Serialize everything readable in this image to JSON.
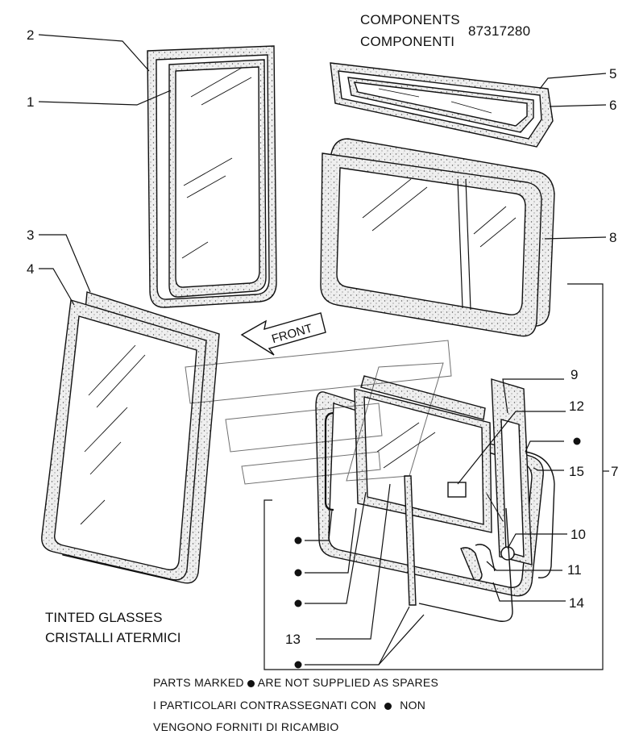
{
  "header": {
    "components_en": "COMPONENTS",
    "components_it": "COMPONENTI",
    "part_number": "87317280"
  },
  "caption": {
    "line1": "TINTED GLASSES",
    "line2": "CRISTALLI ATERMICI"
  },
  "front_label": "FRONT",
  "callouts": [
    {
      "id": "1",
      "label": "1"
    },
    {
      "id": "2",
      "label": "2"
    },
    {
      "id": "3",
      "label": "3"
    },
    {
      "id": "4",
      "label": "4"
    },
    {
      "id": "5",
      "label": "5"
    },
    {
      "id": "6",
      "label": "6"
    },
    {
      "id": "7",
      "label": "7"
    },
    {
      "id": "8",
      "label": "8"
    },
    {
      "id": "9",
      "label": "9"
    },
    {
      "id": "10",
      "label": "10"
    },
    {
      "id": "11",
      "label": "11"
    },
    {
      "id": "12",
      "label": "12"
    },
    {
      "id": "13",
      "label": "13"
    },
    {
      "id": "14",
      "label": "14"
    },
    {
      "id": "15",
      "label": "15"
    }
  ],
  "note": {
    "line1_before": "PARTS MARKED",
    "line1_after": "ARE NOT SUPPLIED AS SPARES",
    "line2_before": "I  PARTICOLARI  CONTRASSEGNATI  CON",
    "line2_after": "NON",
    "line3": "VENGONO FORNITI DI RICAMBIO"
  },
  "colors": {
    "ink": "#111111",
    "background": "#ffffff",
    "gasket_fill": "#e9e9e9"
  }
}
